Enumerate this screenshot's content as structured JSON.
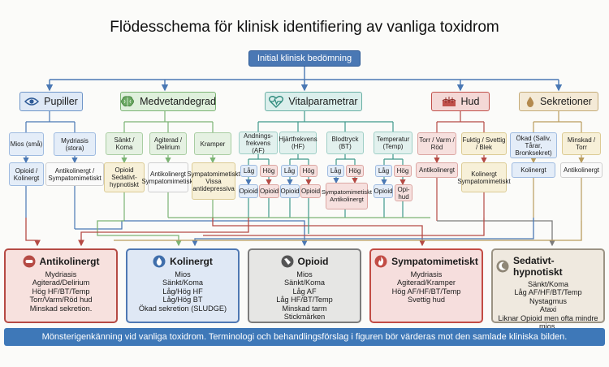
{
  "title": "Flödesschema för klinisk identifiering av vanliga toxidrom",
  "root": "Initial klinisk bedömning",
  "categories": {
    "pupiller": {
      "label": "Pupiller",
      "icon": "eye-icon",
      "color": "#6e95c8"
    },
    "medvetandegrad": {
      "label": "Medvetandegrad",
      "icon": "brain-icon",
      "color": "#7cb474"
    },
    "vitalparametrar": {
      "label": "Vitalparametrar",
      "icon": "heart-pulse-icon",
      "color": "#6ab0a5"
    },
    "hud": {
      "label": "Hud",
      "icon": "skin-icon",
      "color": "#c0504a"
    },
    "sekretioner": {
      "label": "Sekretioner",
      "icon": "droplet-icon",
      "color": "#c5ab78"
    }
  },
  "pupiller": {
    "mios": "Mios (små)",
    "mydriasis": "Mydriasis (stora)",
    "mios_result": "Opioid / Kolinergt",
    "mydriasis_result": "Antikolinergt / Sympatomimetiskt"
  },
  "medvetande": {
    "sankt": "Sänkt / Koma",
    "agiterad": "Agiterad / Delirium",
    "kramper": "Kramper",
    "sankt_result": "Opioid Sedativt-hypnotiskt",
    "agiterad_result": "Antikolinergt Sympatomimetiskt",
    "kramper_result": "Sympatomimetiskt Vissa antidepressiva"
  },
  "vital": {
    "af": "Andnings-frekvens (AF)",
    "hf": "Hjärtfrekvens (HF)",
    "bt": "Blodtryck (BT)",
    "temp": "Temperatur (Temp)",
    "lag": "Låg",
    "hog": "Hög",
    "af_lag_result": "Opioid",
    "af_hog_result": "Opioid",
    "hf_lag_result": "Opioid",
    "hf_hog_result": "Opioid",
    "bt_result": "Sympatomimetiskt Antikolinergt",
    "temp_lag_result": "Opioid",
    "temp_hog_result": "Opi-hud"
  },
  "hud": {
    "torr": "Torr / Varm / Röd",
    "fuktig": "Fuktig / Svettig / Blek",
    "torr_result": "Antikolinergt",
    "fuktig_result": "Kolinergt Sympatomimetiskt"
  },
  "sekretioner": {
    "okad": "Ökad (Saliv, Tårar, Bronksekret)",
    "minskad": "Minskad / Torr",
    "okad_result": "Kolinergt",
    "minskad_result": "Antikolinergt"
  },
  "toxidromes": [
    {
      "name": "Antikolinergt",
      "icon": "pill-icon",
      "lines": [
        "Mydriasis",
        "Agiterad/Delirium",
        "Hög HF/BT/Temp",
        "Torr/Varm/Röd hud",
        "Minskad sekretion."
      ]
    },
    {
      "name": "Kolinergt",
      "icon": "droplet-icon",
      "lines": [
        "Mios",
        "Sänkt/Koma",
        "Låg/Hög HF",
        "Låg/Hög BT",
        "Ökad sekretion (SLUDGE)"
      ]
    },
    {
      "name": "Opioid",
      "icon": "pill-icon",
      "lines": [
        "Mios",
        "Sänkt/Koma",
        "Låg AF",
        "Låg HF/BT/Temp",
        "Minskad tarm",
        "Stickmärken"
      ]
    },
    {
      "name": "Sympatomimetiskt",
      "icon": "flame-icon",
      "lines": [
        "Mydriasis",
        "Agiterad/Kramper",
        "Hög AF/HF/BT/Temp",
        "Svettig hud"
      ]
    },
    {
      "name": "Sedativt-hypnotiskt",
      "icon": "moon-icon",
      "lines": [
        "Sänkt/Koma",
        "Låg AF/HF/BT/Temp",
        "Nystagmus",
        "Ataxi",
        "Liknar Opioid men ofta mindre mios."
      ]
    }
  ],
  "footer": "Mönsterigenkänning vid vanliga toxidrom. Terminologi och behandlingsförslag i figuren bör värderas mot den samlade kliniska bilden.",
  "colors": {
    "blue": "#4a78b4",
    "green": "#7cb474",
    "teal": "#6ab0a5",
    "red": "#c0504a",
    "beige": "#c5ab78",
    "grey": "#7c7c7c"
  }
}
